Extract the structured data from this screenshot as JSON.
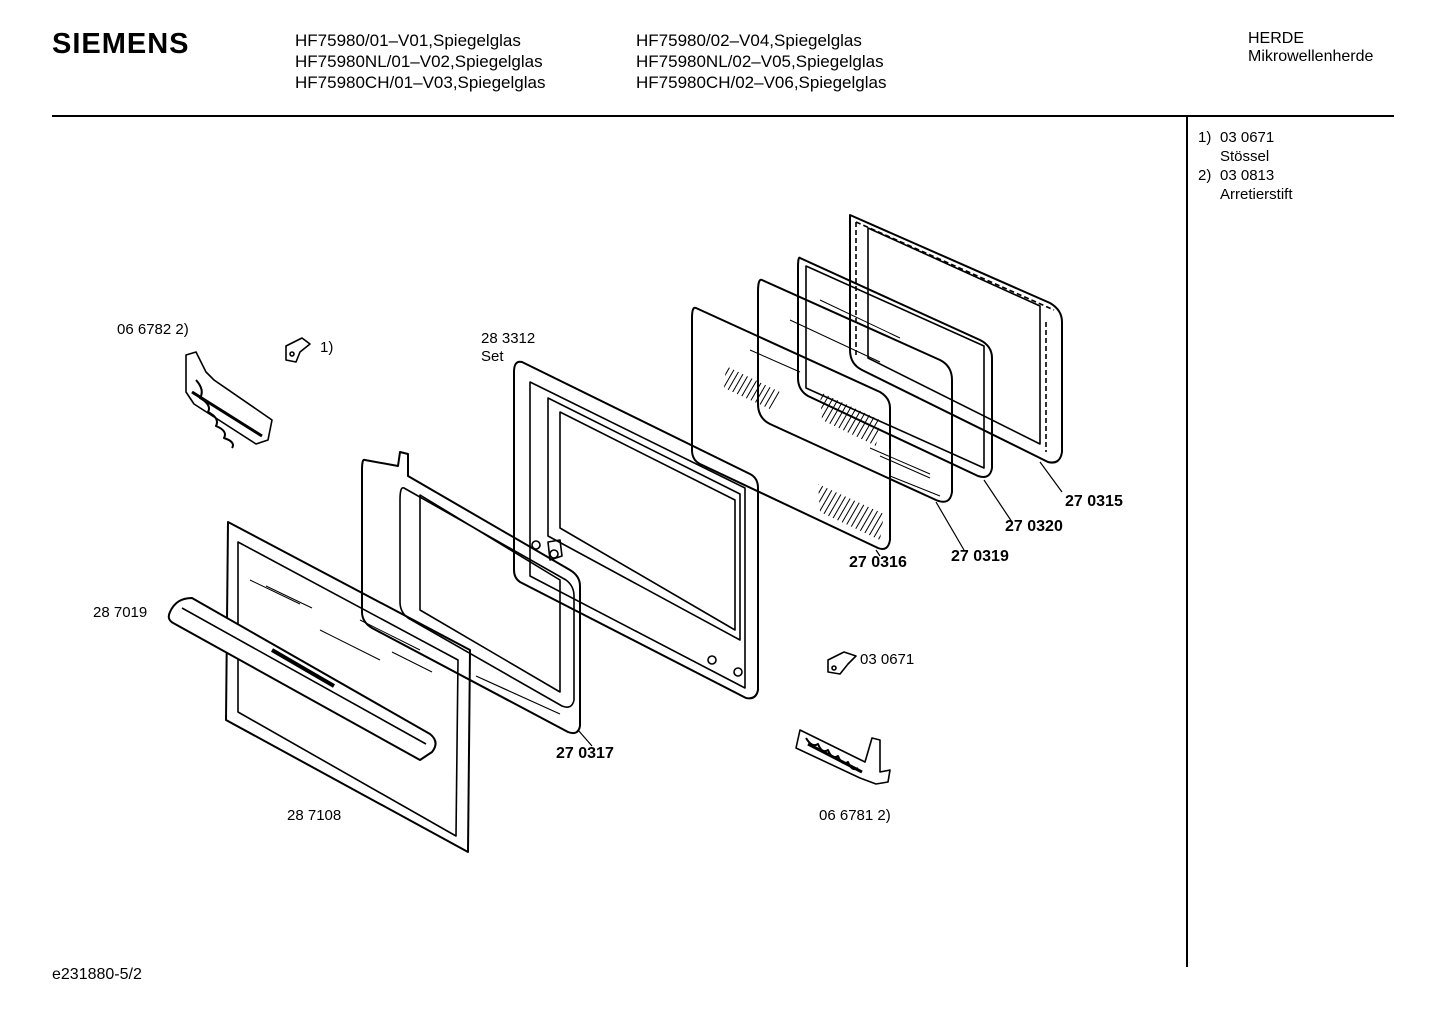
{
  "header": {
    "brand": "SIEMENS",
    "models_col1": [
      "HF75980/01–V01,Spiegelglas",
      "HF75980NL/01–V02,Spiegelglas",
      "HF75980CH/01–V03,Spiegelglas"
    ],
    "models_col2": [
      "HF75980/02–V04,Spiegelglas",
      "HF75980NL/02–V05,Spiegelglas",
      "HF75980CH/02–V06,Spiegelglas"
    ],
    "category": "HERDE",
    "subcategory": "Mikrowellenherde"
  },
  "legend": [
    {
      "num": "1)",
      "code": "03 0671",
      "desc": "Stössel"
    },
    {
      "num": "2)",
      "code": "03 0813",
      "desc": "Arretierstift"
    }
  ],
  "parts": {
    "p066782": "06 6782 2)",
    "p_note1": "1)",
    "p283312": "28 3312",
    "p_set": "Set",
    "p270315": "27 0315",
    "p270320": "27 0320",
    "p270319": "27 0319",
    "p270316": "27 0316",
    "p287019": "28 7019",
    "p030671": "03 0671",
    "p270317": "27 0317",
    "p287108": "28 7108",
    "p066781": "06 6781 2)"
  },
  "footer": {
    "code": "e231880-5/2"
  }
}
